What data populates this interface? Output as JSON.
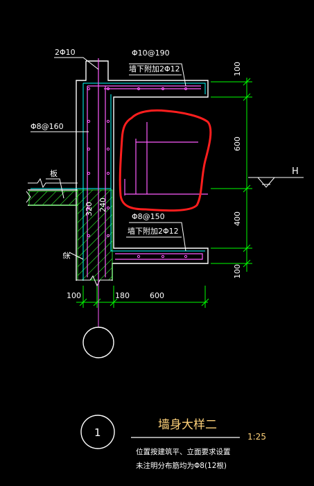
{
  "colors": {
    "background": "#000000",
    "concrete_outline": "#ffffff",
    "rebar": "#ff5cff",
    "dimension": "#00ff00",
    "secondary": "#00ffff",
    "hatch": "#33ff33",
    "highlight": "#ff1e1e",
    "title": "#ffd27a"
  },
  "rebar_labels": {
    "top_bar": "2Φ10",
    "stirrup_top": "Φ10@190",
    "top_additional": "墙下附加2Φ12",
    "wall_dist": "Φ8@160",
    "stirrup_bottom": "Φ8@150",
    "bottom_additional": "墙下附加2Φ12"
  },
  "element_labels": {
    "slab": "板",
    "beam": "梁",
    "elevation": "H"
  },
  "dimensions": {
    "vertical": [
      "100",
      "600",
      "400",
      "100"
    ],
    "horizontal": [
      "100",
      "180",
      "600"
    ],
    "rotated": [
      "320",
      "240"
    ]
  },
  "title_block": {
    "number": "1",
    "title": "墙身大样二",
    "scale": "1:25",
    "note_line1": "位置按建筑平、立面要求设置",
    "note_line2": "未注明分布筋均为Φ8(12根)"
  }
}
